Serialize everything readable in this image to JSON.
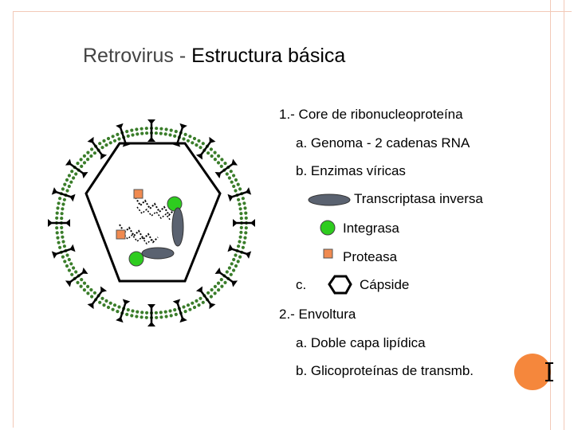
{
  "title": {
    "part1": "Retrovirus - ",
    "part2": "Estructura básica"
  },
  "items": {
    "core": "1.- Core de ribonucleoproteína",
    "genome": "a. Genoma - 2 cadenas RNA",
    "enzymes": "b. Enzimas víricas",
    "rt": "Transcriptasa inversa",
    "integrase": "Integrasa",
    "protease": "Proteasa",
    "capsid_letter": "c.",
    "capsid": "Cápside",
    "envelope": "2.- Envoltura",
    "bilayer": "a. Doble capa lipídica",
    "glyco": "b. Glicoproteínas de transmb."
  },
  "colors": {
    "membrane": "#3a7d2a",
    "integrase": "#2ecc1f",
    "protease": "#f08a50",
    "rt": "#5a6270",
    "accent_circle": "#f5873c",
    "frame": "#f2c9b8"
  }
}
